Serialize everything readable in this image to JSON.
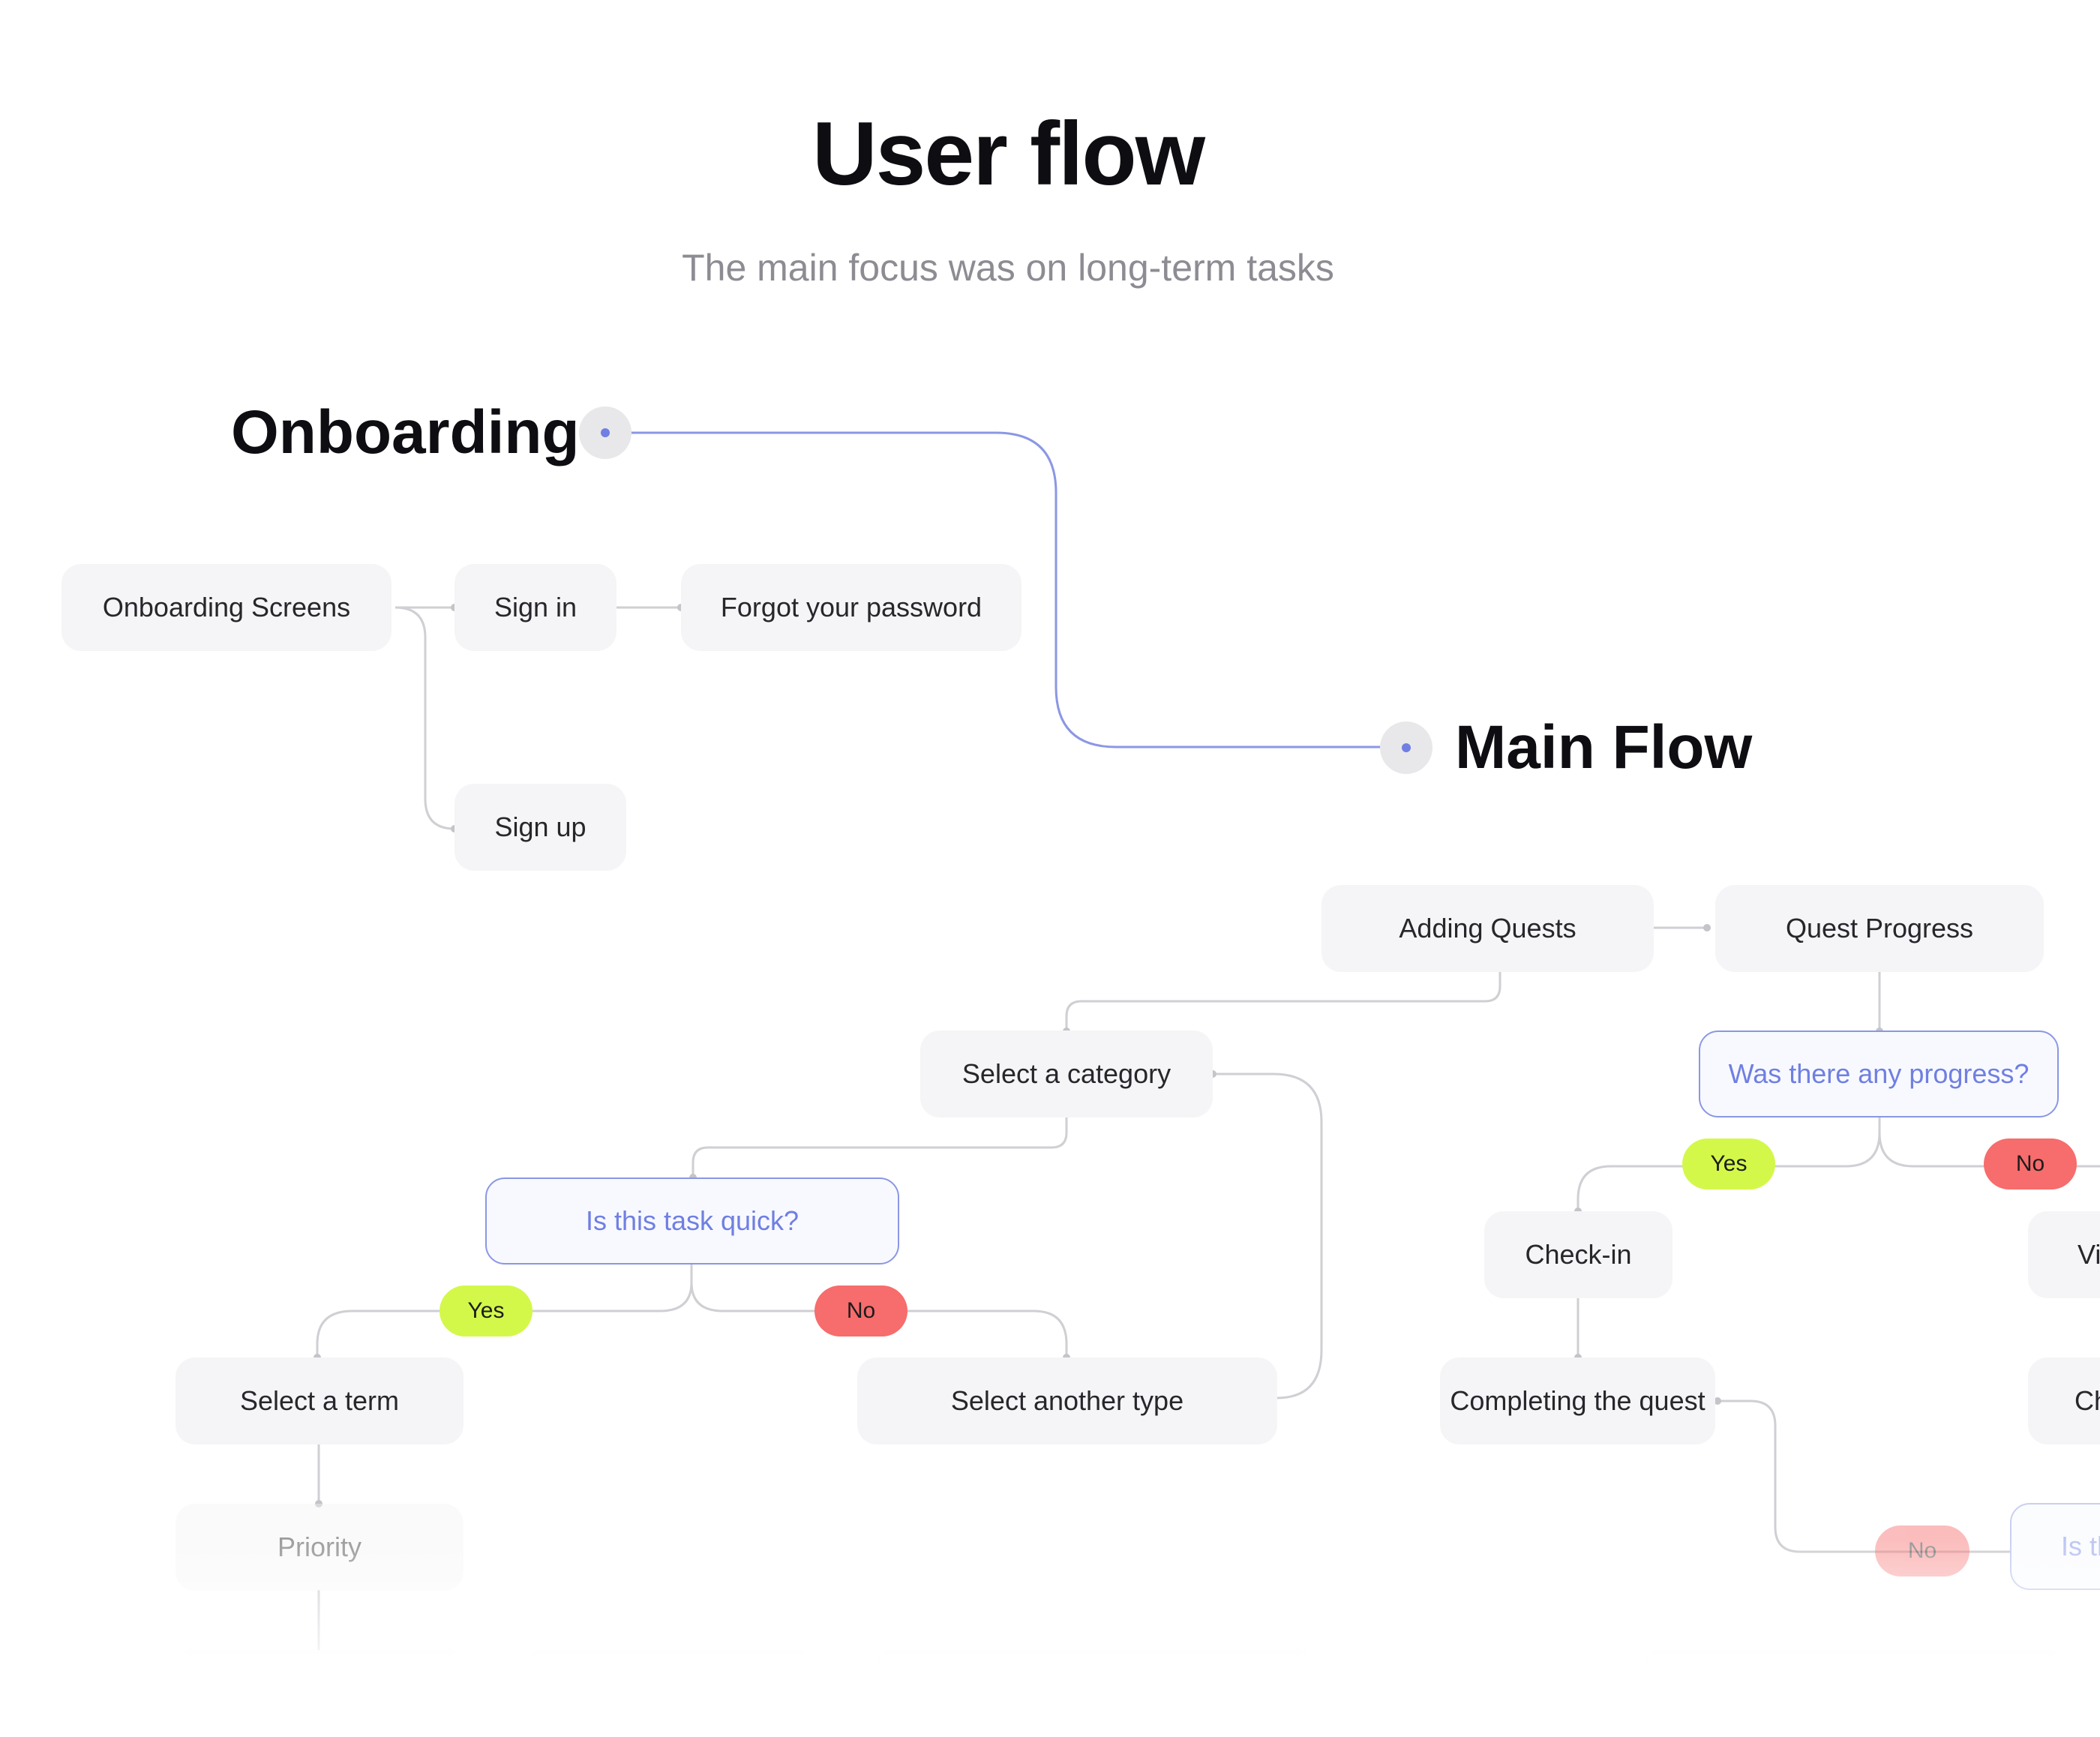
{
  "header": {
    "title": "User flow",
    "subtitle": "The main focus was on long-term tasks"
  },
  "sections": {
    "onboarding": "Onboarding",
    "main_flow": "Main Flow"
  },
  "nodes": {
    "onboarding_screens": "Onboarding Screens",
    "sign_in": "Sign in",
    "forgot_password": "Forgot your password",
    "sign_up": "Sign up",
    "adding_quests": "Adding Quests",
    "quest_progress": "Quest Progress",
    "select_category": "Select a category",
    "is_task_quick": "Is this task quick?",
    "select_term": "Select a term",
    "select_another_type": "Select another type",
    "priority": "Priority",
    "was_there_progress": "Was there any progress?",
    "check_in": "Check-in",
    "completing_quest": "Completing the quest",
    "right_partial_1": "Vi",
    "right_partial_2": "Ch",
    "right_partial_question": "Is th"
  },
  "pills": {
    "yes_1": "Yes",
    "no_1": "No",
    "yes_2": "Yes",
    "no_2": "No",
    "no_3": "No"
  },
  "colors": {
    "question_accent": "#6f7fe2",
    "yes_pill": "#d3f84a",
    "no_pill": "#f76c6c",
    "node_bg": "#f5f5f7",
    "connector": "#c9c9ce",
    "primary_connector": "#8b97e4"
  }
}
